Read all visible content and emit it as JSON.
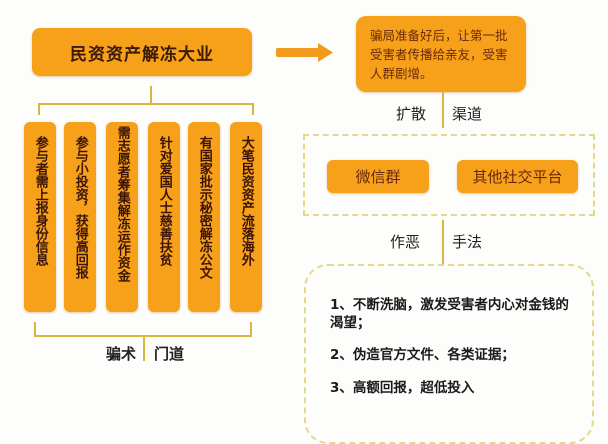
{
  "title": "民资资产解冻大业",
  "note": "骗局准备好后，让第一批受害者传播给亲友，受害人群剧增。",
  "scam_tactics": {
    "items": [
      "参与者需上报身份信息",
      "参与小投资，获得高回报",
      "需志愿者筹集解冻运作资金",
      "针对爱国人士慈善扶贫",
      "有国家批示秘密解冻公文",
      "大笔民资资产流落海外"
    ],
    "label_left": "骗术",
    "label_right": "门道"
  },
  "spread": {
    "label_left": "扩散",
    "label_right": "渠道",
    "channels": [
      "微信群",
      "其他社交平台"
    ]
  },
  "methods": {
    "label_left": "作恶",
    "label_right": "手法",
    "items": [
      "1、不断洗脑，激发受害者内心对金钱的渴望；",
      "2、伪造官方文件、各类证据；",
      "3、高额回报，超低投入"
    ]
  },
  "colors": {
    "box_orange": "#f7a01a",
    "connector_gold": "#d9b640",
    "dash_border": "#e3d98a",
    "text_brown": "#5a1f0a"
  }
}
